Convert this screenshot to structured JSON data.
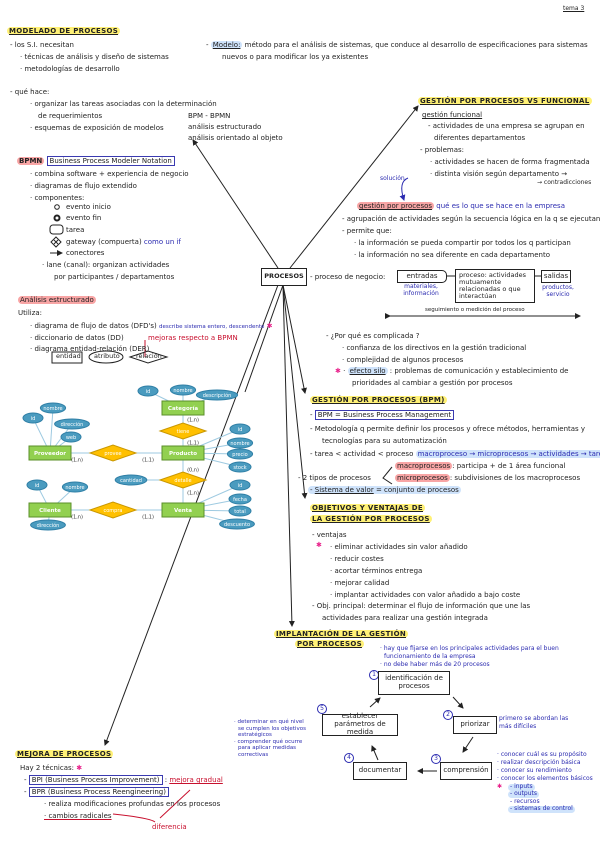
{
  "page_label": "tema 3",
  "modelado": {
    "title": "MODELADO DE PROCESOS",
    "lines": [
      "- los S.I. necesitan",
      "· técnicas de análisis y diseño de sistemas",
      "· metodologías de desarrollo",
      "- qué hace:",
      "· organizar las tareas asociadas con la determinación",
      "de requerimientos",
      "· esquemas de exposición de modelos"
    ],
    "side": [
      "BPM - BPMN",
      "análisis estructurado",
      "análisis orientado al objeto"
    ],
    "modelo_term": "Modelo:",
    "modelo_def": [
      "método para el análisis de sistemas, que conduce al desarrollo de especificaciones para sistemas",
      "nuevos o para modificar los ya existentes"
    ]
  },
  "bpmn": {
    "tag": "BPMN",
    "full": "Business Process Modeler Notation",
    "lines": [
      "· combina software + experiencia de negocio",
      "· diagramas de flujo extendido",
      "· componentes:"
    ],
    "components": [
      "evento inicio",
      "evento fin",
      "tarea",
      "gateway (compuerta)",
      "conectores"
    ],
    "gateway_note": "como un if",
    "lane": [
      "· lane (canal): organizan actividades",
      "por participantes / departamentos"
    ]
  },
  "analisis": {
    "title": "Análisis estructurado",
    "utiliza": "Utiliza:",
    "lines": [
      "· diagrama de flujo de datos (DFD's)",
      "· diccionario de datos (DD)",
      "· diagrama entidad-relación (DER)"
    ],
    "dfd_note": "describe sistema entero, descendente",
    "mejoras_note": "mejoras respecto a BPMN",
    "shapes": [
      "entidad",
      "atributo",
      "relación"
    ]
  },
  "er": {
    "entities": [
      "Categoría",
      "Proveedor",
      "Producto",
      "Cliente",
      "Venta"
    ],
    "relations": [
      "tiene",
      "provee",
      "detalle",
      "compra"
    ],
    "attributes": {
      "categoria": [
        "id",
        "nombre",
        "descripción"
      ],
      "proveedor": [
        "nombre",
        "id",
        "dirección",
        "web"
      ],
      "producto": [
        "id",
        "nombre",
        "precio",
        "stock"
      ],
      "detalle": [
        "cantidad"
      ],
      "cliente": [
        "id",
        "nombre",
        "dirección"
      ],
      "venta": [
        "id",
        "fecha",
        "total",
        "descuento"
      ]
    },
    "cardinalities": [
      "(1,n)",
      "(1,1)",
      "(1,n)",
      "(1,1)",
      "(0,n)",
      "(1,n)",
      "(1,n)",
      "(1,1)"
    ]
  },
  "center": "PROCESOS",
  "gvf": {
    "title": "GESTIÓN POR PROCESOS VS FUNCIONAL",
    "sub": "gestión funcional",
    "lines": [
      "- actividades de una empresa se agrupan en",
      "diferentes departamentos",
      "- problemas:",
      "· actividades se hacen de forma fragmentada",
      "· distinta visión según departamento →",
      "→ contradicciones"
    ],
    "solucion": "solución"
  },
  "gpp": {
    "title": "gestión por procesos",
    "note": "qué es lo que se hace en la empresa",
    "lines": [
      "- agrupación de actividades según la secuencia lógica en la q se ejecutan",
      "- permite que:",
      "· la información se pueda compartir por todos los q participan",
      "· la información no sea diferente en cada departamento"
    ],
    "negocio": "- proceso de negocio:",
    "entradas": "entradas",
    "entradas_note": "materiales, información",
    "proceso": "proceso: actividades mutuamente relacionadas o que interactúan",
    "salidas": "salidas",
    "salidas_note": "productos, servicio",
    "seguimiento": "seguimiento o medición del proceso",
    "complicada": [
      "- ¿Por qué es complicada ?",
      "· confianza de los directivos en la gestión tradicional",
      "· complejidad de algunos procesos"
    ],
    "silo_term": "efecto silo",
    "silo_def": [
      ": problemas de comunicación y establecimiento de",
      "prioridades al cambiar a gestión por procesos"
    ]
  },
  "bpm": {
    "title": "GESTIÓN POR PROCESOS (BPM)",
    "def": "BPM = Business Process Management",
    "lines": [
      "- Metodología q permite definir los procesos y ofrece métodos, herramientas y",
      "tecnologías para su automatización",
      "- tarea < actividad < proceso"
    ],
    "hier": "macroproceso → microprocesos → actividades → tareas",
    "tipos": "- 2 tipos de procesos",
    "macro": "macroprocesos",
    "macro_def": ": participa + de 1 área funcional",
    "micro": "microprocesos",
    "micro_def": ": subdivisiones de los macroprocesos",
    "valor_term": "Sistema de valor",
    "valor_def": "= conjunto de procesos"
  },
  "obj": {
    "title": [
      "OBJETIVOS Y VENTAJAS DE",
      "LA GESTIÓN POR PROCESOS"
    ],
    "ventajas": "- ventajas",
    "items": [
      "· eliminar actividades sin valor añadido",
      "· reducir costes",
      "· acortar términos entrega",
      "· mejorar calidad",
      "· implantar actividades con valor añadido a bajo coste"
    ],
    "principal": [
      "- Obj. principal: determinar el flujo de información que une las",
      "actividades para realizar una gestión integrada"
    ]
  },
  "impl": {
    "title": [
      "IMPLANTACIÓN DE LA GESTIÓN",
      "POR PROCESOS"
    ],
    "steps": [
      {
        "n": "1",
        "label": "identificación de procesos"
      },
      {
        "n": "2",
        "label": "priorizar"
      },
      {
        "n": "3",
        "label": "comprensión"
      },
      {
        "n": "4",
        "label": "documentar"
      },
      {
        "n": "5",
        "label": "establecer parámetros de medida"
      }
    ],
    "note1": [
      "· hay que fijarse en los principales actividades para el buen",
      "funcionamiento de la empresa",
      "· no debe haber más de 20 procesos"
    ],
    "note2": [
      "primero se abordan las",
      "más difíciles"
    ],
    "note3": [
      "· conocer cuál es su propósito",
      "· realizar descripción básica",
      "· conocer su rendimiento",
      "· conocer los elementos básicos"
    ],
    "elements": [
      "- inputs",
      "- outputs",
      "- recursos",
      "- sistemas de control"
    ],
    "note5": [
      "· determinar en qué nivel",
      "se cumplen los objetivos",
      "estratégicos",
      "· comprender qué ocurre",
      "para aplicar medidas",
      "correctivas"
    ]
  },
  "mejora": {
    "title": "MEJORA DE PROCESOS",
    "intro": "Hay 2 técnicas:",
    "bpi": "BPI (Business Process Improvement)",
    "bpi_note": "mejora gradual",
    "bpr": "BPR (Business Process Reengineering)",
    "lines": [
      "· realiza modificaciones profundas en los procesos",
      "· cambios radicales"
    ],
    "diferencia": "diferencia"
  },
  "colors": {
    "highlight_yellow": "#fff176",
    "highlight_red": "#f8a5a5",
    "highlight_blue": "#cfe3fb",
    "ink_blue": "#2b2bb0",
    "ink_red": "#c8102e",
    "er_entity": "#92d050",
    "er_relation": "#ffc000",
    "er_attribute": "#4a9bbf"
  }
}
